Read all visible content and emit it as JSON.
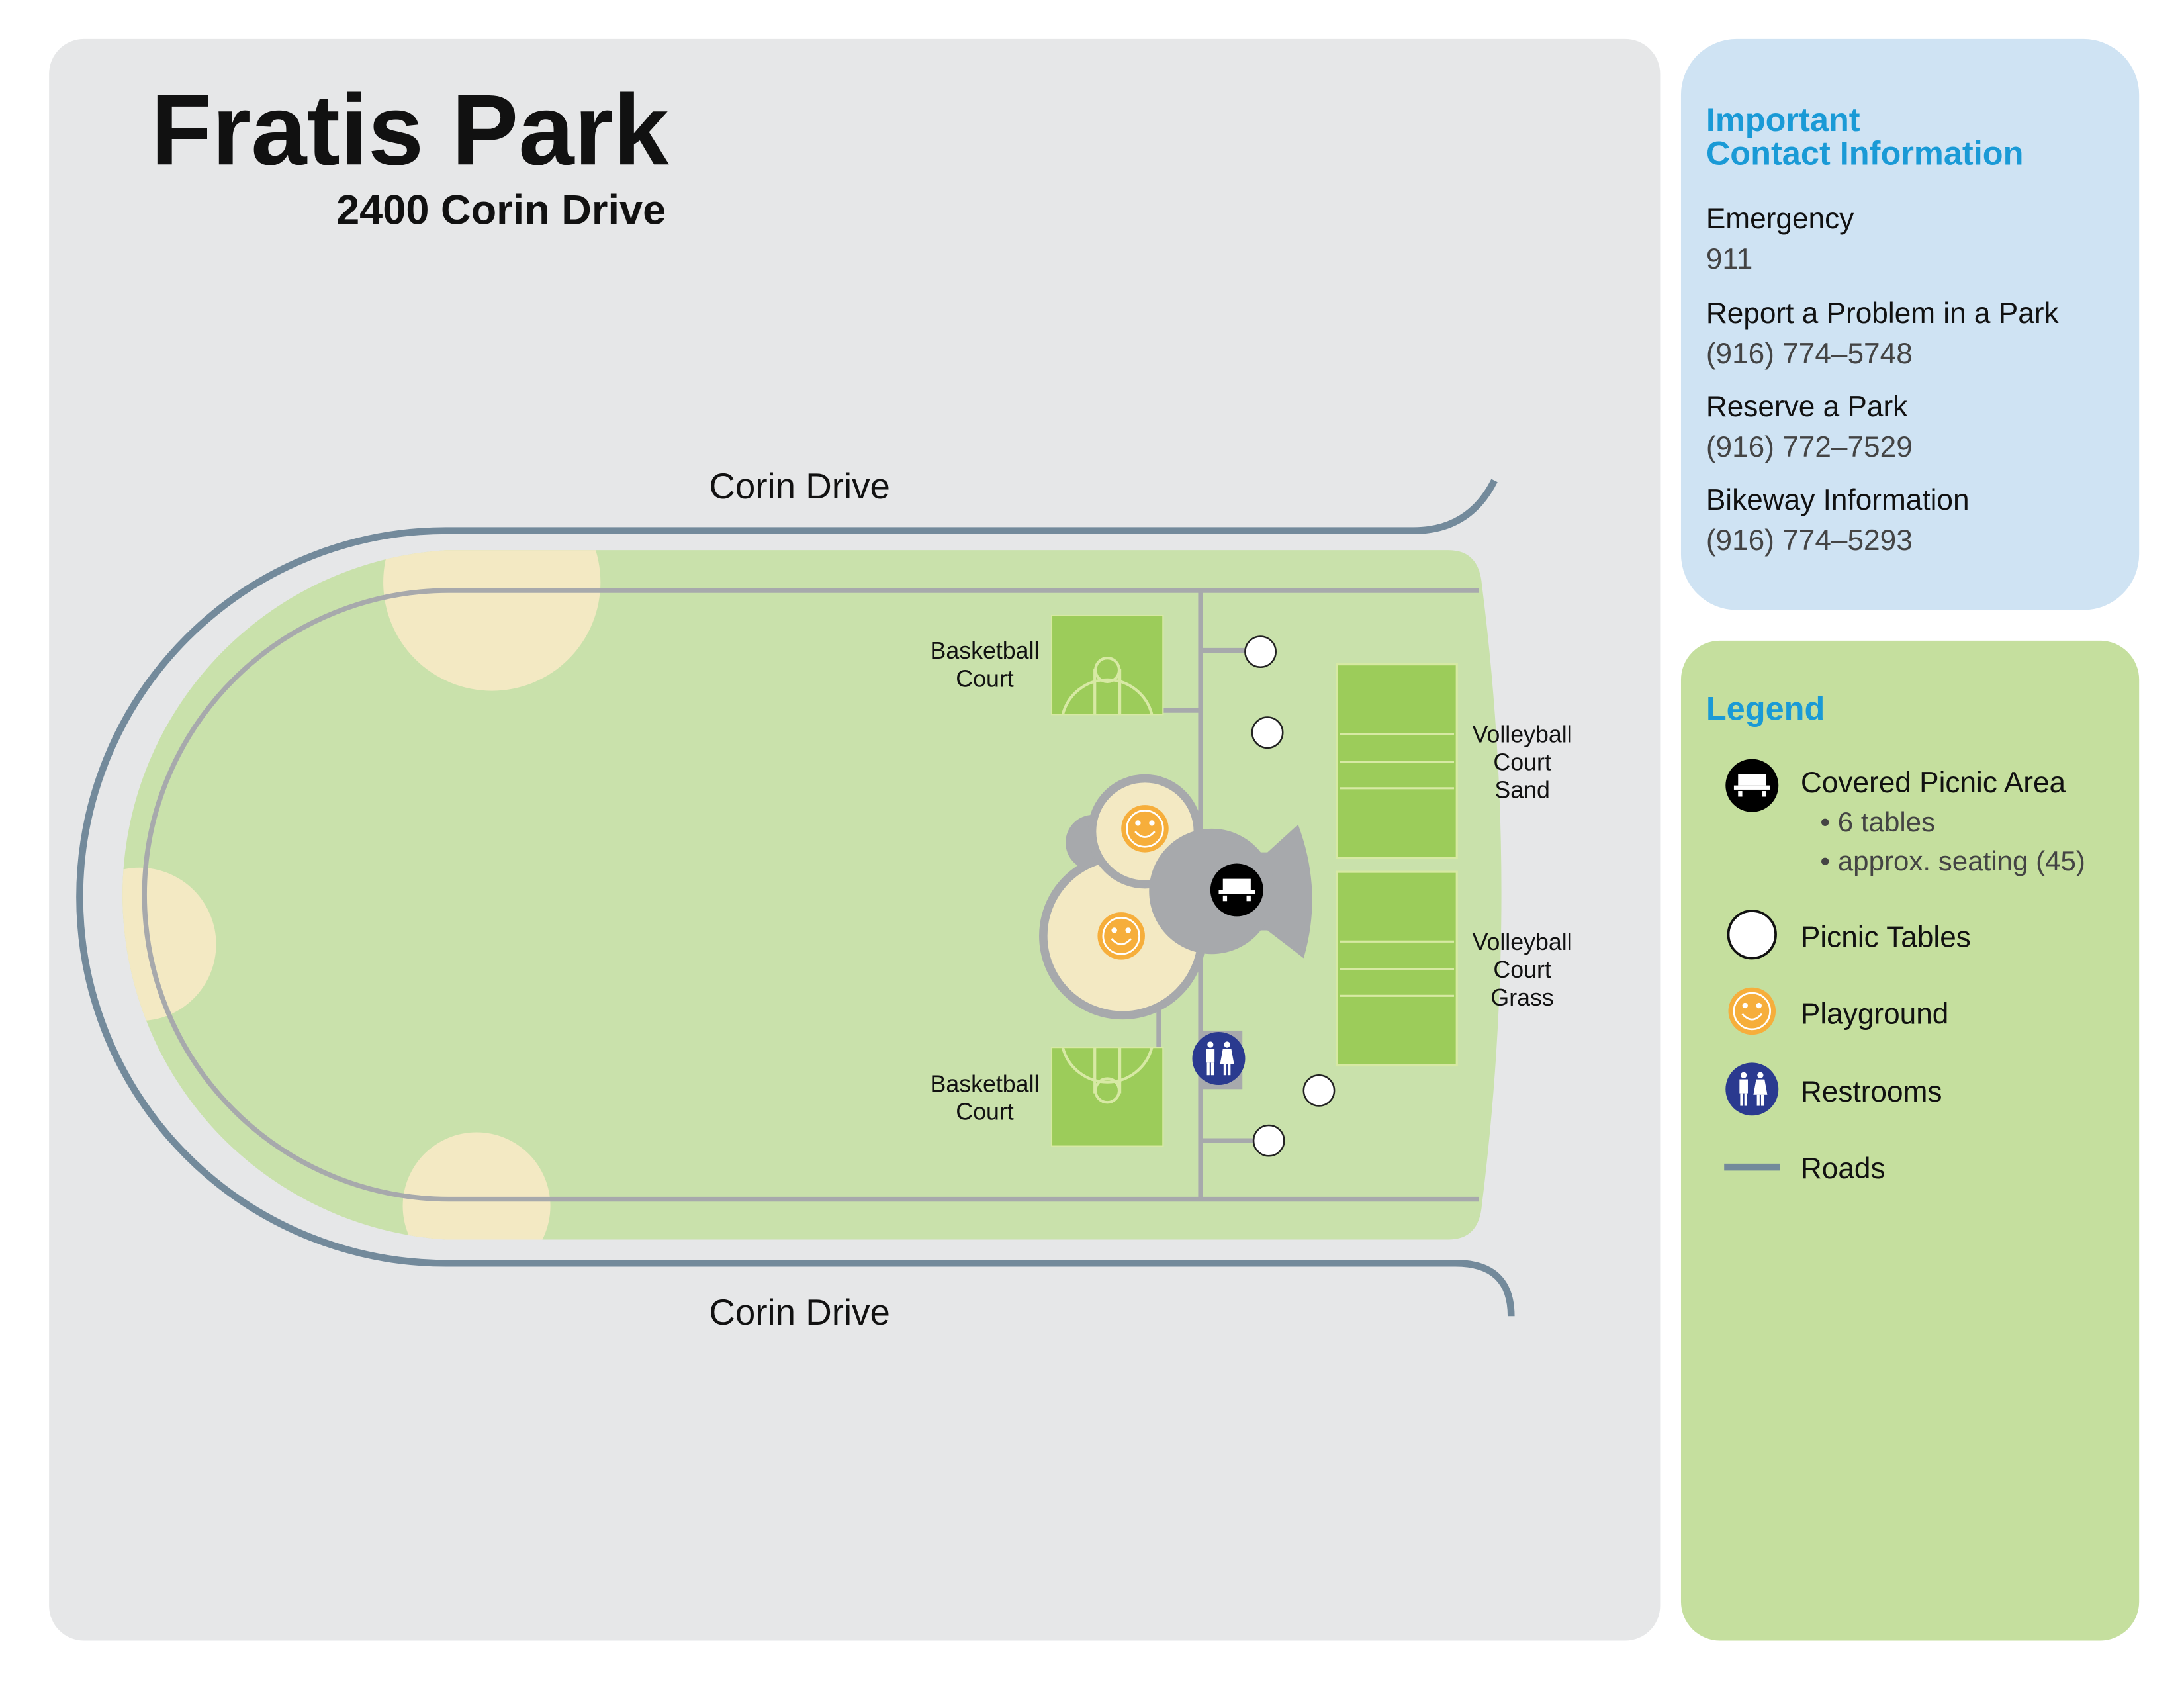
{
  "header": {
    "title": "Fratis Park",
    "address": "2400 Corin Drive"
  },
  "map": {
    "road_top_label": "Corin Drive",
    "road_bottom_label": "Corin Drive",
    "basketball_top": [
      "Basketball",
      "Court"
    ],
    "basketball_bottom": [
      "Basketball",
      "Court"
    ],
    "volleyball_sand": [
      "Volleyball",
      "Court",
      "Sand"
    ],
    "volleyball_grass": [
      "Volleyball",
      "Court",
      "Grass"
    ]
  },
  "contact": {
    "heading": [
      "Important",
      "Contact Information"
    ],
    "items": [
      {
        "label": "Emergency",
        "value": "911"
      },
      {
        "label": "Report a Problem in a Park",
        "value": "(916) 774–5748"
      },
      {
        "label": "Reserve a Park",
        "value": "(916) 772–7529"
      },
      {
        "label": "Bikeway Information",
        "value": "(916) 774–5293"
      }
    ]
  },
  "legend": {
    "heading": "Legend",
    "items": [
      {
        "label": "Covered Picnic Area",
        "icon": "covered-picnic-icon",
        "details": [
          "• 6 tables",
          "• approx. seating (45)"
        ]
      },
      {
        "label": "Picnic Tables",
        "icon": "picnic-table-icon"
      },
      {
        "label": "Playground",
        "icon": "playground-icon"
      },
      {
        "label": "Restrooms",
        "icon": "restroom-icon"
      },
      {
        "label": "Roads",
        "icon": "road-line-icon"
      }
    ]
  },
  "colors": {
    "panel": "#e6e7e8",
    "contact_bg": "#cfe3f3",
    "legend_bg": "#c5df9e",
    "park": "#c9e1ab",
    "court": "#9ccc5a",
    "road": "#738a9b",
    "path": "#a7a9ac",
    "accent": "#1a9ad6",
    "playground": "#f6ae3b",
    "restroom": "#2a3a8f"
  }
}
